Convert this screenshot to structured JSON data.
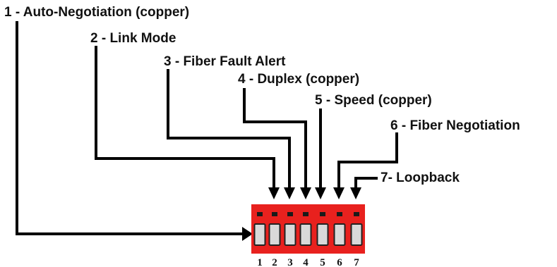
{
  "callouts": [
    {
      "label": "1 - Auto-Negotiation (copper)"
    },
    {
      "label": "2 - Link Mode"
    },
    {
      "label": "3 - Fiber Fault Alert"
    },
    {
      "label": "4 - Duplex (copper)"
    },
    {
      "label": "5 - Speed (copper)"
    },
    {
      "label": "6 - Fiber Negotiation"
    },
    {
      "label": "7- Loopback"
    }
  ],
  "dip_switch": {
    "body_color": "#e8211e",
    "switch_numbers": [
      "1",
      "2",
      "3",
      "4",
      "5",
      "6",
      "7"
    ]
  },
  "colors": {
    "line": "#000000",
    "text": "#111111",
    "switch_body": "#e8211e",
    "toggle": "#d9d9d9",
    "toggle_border": "#222222",
    "indicator": "#1a1a1a"
  }
}
